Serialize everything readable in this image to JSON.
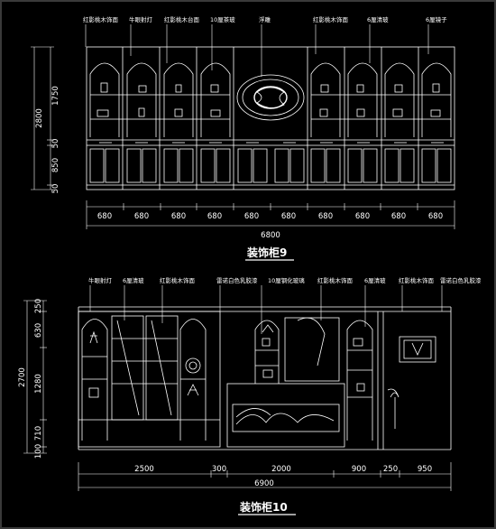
{
  "colors": {
    "background": "#000000",
    "lines": "#ffffff",
    "accent": "#f0d000",
    "frame": "#3a3a3a"
  },
  "cabinet9": {
    "title": "装饰柜9",
    "callouts": [
      "红影桃木饰面",
      "牛眼射灯",
      "红影桃木台面",
      "10厘茶玻",
      "浮雕",
      "红影桃木饰面",
      "6厘清玻",
      "6厘镜子"
    ],
    "vertical_dims": [
      "1750",
      "2800",
      "50",
      "850",
      "50"
    ],
    "segment_dims": [
      "680",
      "680",
      "680",
      "680",
      "680",
      "680",
      "680",
      "680",
      "680",
      "680"
    ],
    "total_dim": "6800"
  },
  "cabinet10": {
    "title": "装饰柜10",
    "callouts": [
      "牛眼射灯",
      "6厘清玻",
      "红影桃木饰面",
      "雷诺白色乳胶漆",
      "10厘钢化玻璃",
      "红影桃木饰面",
      "6厘清玻",
      "红影桃木饰面",
      "雷诺白色乳胶漆"
    ],
    "vertical_dims": [
      "250",
      "630",
      "2700",
      "1280",
      "710",
      "100"
    ],
    "segment_dims": [
      "2500",
      "300",
      "2000",
      "900",
      "250",
      "950"
    ],
    "total_dim": "6900"
  }
}
